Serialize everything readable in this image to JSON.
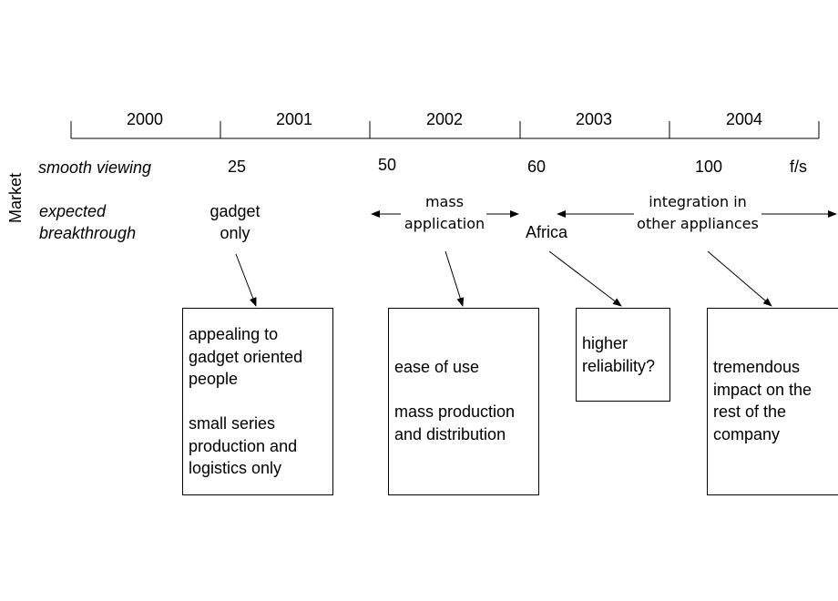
{
  "side_label": "Market",
  "timeline": {
    "years": [
      "2000",
      "2001",
      "2002",
      "2003",
      "2004"
    ]
  },
  "rows": {
    "smooth_viewing_label": "smooth viewing",
    "expected_breakthrough_label": "expected\nbreakthrough"
  },
  "frame_rates": {
    "values": [
      "25",
      "50",
      "60",
      "100"
    ],
    "unit": "f/s"
  },
  "breakthroughs": {
    "gadget": "gadget\nonly",
    "mass_application": "mass\napplication",
    "africa": "Africa",
    "integration": "integration in\nother appliances"
  },
  "boxes": {
    "gadget_box": "appealing to\ngadget oriented\npeople\n\nsmall series\nproduction and\nlogistics only",
    "mass_box": "ease of use\n\nmass production\nand distribution",
    "africa_box": "higher\nreliability?",
    "integration_box": "tremendous\nimpact on the\nrest of the\ncompany"
  },
  "colors": {
    "line": "#000000",
    "background": "#ffffff"
  }
}
